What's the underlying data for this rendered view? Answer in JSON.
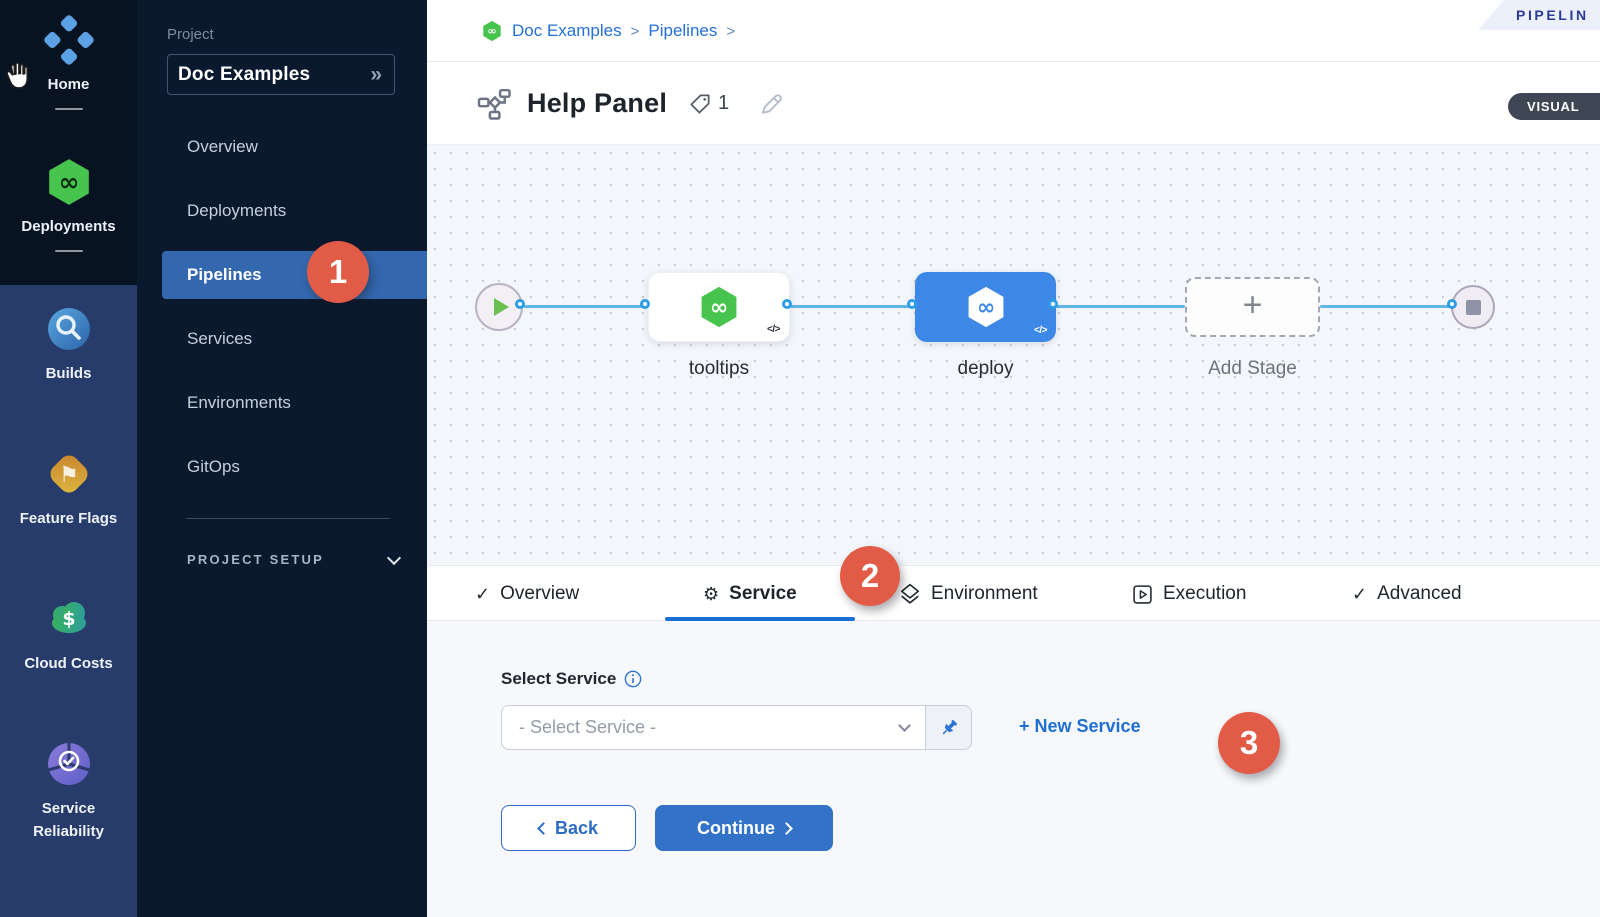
{
  "rail": {
    "items_top": [
      {
        "label": "Home",
        "icon": "home-icon"
      },
      {
        "label": "Deployments",
        "icon": "deployments-icon"
      }
    ],
    "items_bottom": [
      {
        "label": "Builds",
        "icon": "builds-icon"
      },
      {
        "label": "Feature Flags",
        "icon": "feature-flags-icon"
      },
      {
        "label": "Cloud Costs",
        "icon": "cloud-costs-icon"
      },
      {
        "label": "Service Reliability",
        "icon": "service-reliability-icon"
      }
    ]
  },
  "sidebar": {
    "project_label": "Project",
    "project_name": "Doc Examples",
    "project_chevrons": "»",
    "items": [
      {
        "label": "Overview"
      },
      {
        "label": "Deployments"
      },
      {
        "label": "Pipelines",
        "selected": true
      },
      {
        "label": "Services"
      },
      {
        "label": "Environments"
      },
      {
        "label": "GitOps"
      }
    ],
    "section_label": "PROJECT SETUP"
  },
  "breadcrumb": {
    "crumb1": "Doc Examples",
    "crumb2": "Pipelines",
    "separator": ">"
  },
  "ribbon_label": "PIPELIN",
  "header": {
    "title": "Help Panel",
    "tag_count": "1",
    "mode_toggle": "VISUAL"
  },
  "canvas": {
    "stage1_name": "tooltips",
    "stage2_name": "deploy",
    "add_stage_label": "Add Stage",
    "code_glyph": "</>",
    "plus_glyph": "+"
  },
  "tabs": {
    "overview": "Overview",
    "service": "Service",
    "environment": "Environment",
    "execution": "Execution",
    "advanced": "Advanced"
  },
  "callouts": {
    "step1": "1",
    "step2": "2",
    "step3": "3"
  },
  "form": {
    "select_service_label": "Select Service",
    "select_service_placeholder": "- Select Service -",
    "new_service_label": "+ New Service",
    "back_label": "Back",
    "continue_label": "Continue"
  },
  "colors": {
    "accent_blue": "#2470d8",
    "deploy_blue": "#3d88e6",
    "harness_green": "#46c44d",
    "badge_red": "#e15b47",
    "selected_nav_blue": "#3367ae",
    "canvas_bg": "#f3f6fa"
  }
}
